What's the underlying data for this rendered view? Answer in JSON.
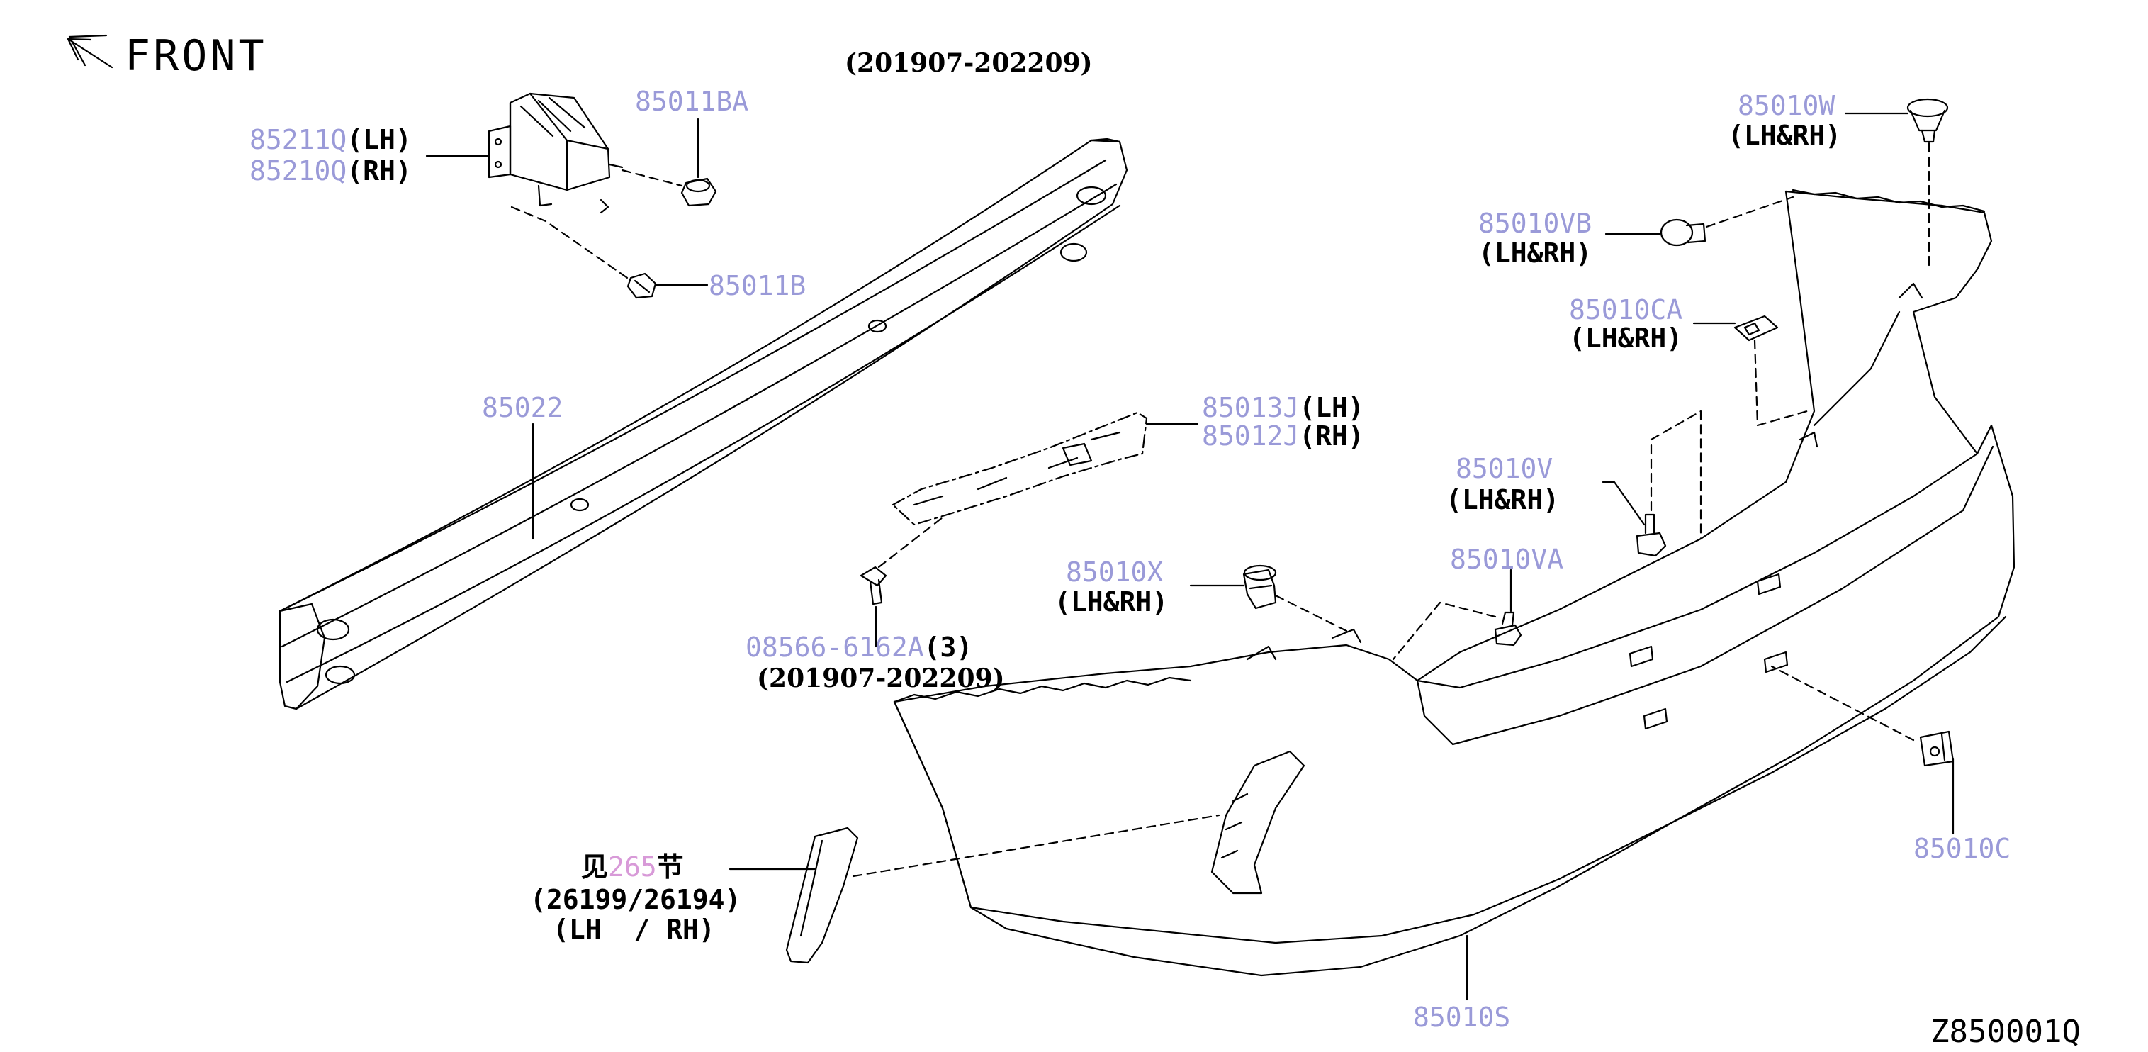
{
  "header": {
    "front": "FRONT",
    "date_range_top": "(201907-202209)",
    "diagram_code": "Z850001Q"
  },
  "colors": {
    "part_number": "#9a9ad8",
    "reference_number": "#d89ad8",
    "line": "#000000"
  },
  "parts": {
    "bracket_lh": {
      "number": "85211Q",
      "suffix": "(LH)"
    },
    "bracket_rh": {
      "number": "85210Q",
      "suffix": "(RH)"
    },
    "nut": {
      "number": "85011BA"
    },
    "clip_b": {
      "number": "85011B"
    },
    "reinforcement": {
      "number": "85022"
    },
    "absorber_lh": {
      "number": "85013J",
      "suffix": "(LH)"
    },
    "absorber_rh": {
      "number": "85012J",
      "suffix": "(RH)"
    },
    "screw": {
      "number": "08566-6162A",
      "suffix": "(3)",
      "note": "(201907-202209)"
    },
    "clip_x": {
      "number": "85010X",
      "suffix": "(LH&RH)"
    },
    "clip_va": {
      "number": "85010VA"
    },
    "clip_v": {
      "number": "85010V",
      "suffix": "(LH&RH)"
    },
    "clip_ca": {
      "number": "85010CA",
      "suffix": "(LH&RH)"
    },
    "clip_vb": {
      "number": "85010VB",
      "suffix": "(LH&RH)"
    },
    "clip_w": {
      "number": "85010W",
      "suffix": "(LH&RH)"
    },
    "clip_c": {
      "number": "85010C"
    },
    "fascia": {
      "number": "85010S"
    },
    "reflector": {
      "prefix": "见",
      "section": "265",
      "suffix": "节",
      "line2": "(26199/26194)",
      "line3": "(LH  / RH)"
    }
  }
}
